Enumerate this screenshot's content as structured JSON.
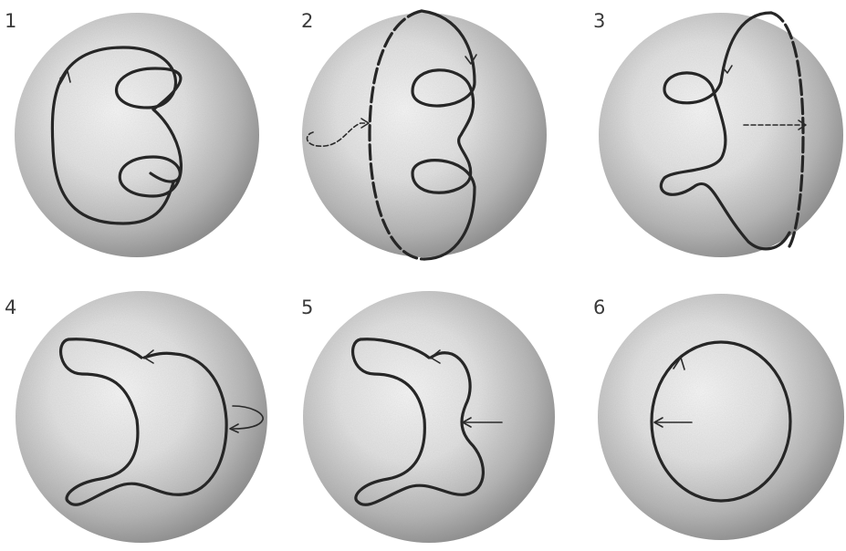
{
  "panels": [
    {
      "number": "1"
    },
    {
      "number": "2"
    },
    {
      "number": "3"
    },
    {
      "number": "4"
    },
    {
      "number": "5"
    },
    {
      "number": "6"
    }
  ],
  "colors": {
    "background": "#ffffff",
    "sphere_light": "#f6f6f6",
    "sphere_dark": "#8e8e8e",
    "curve": "#262626"
  }
}
